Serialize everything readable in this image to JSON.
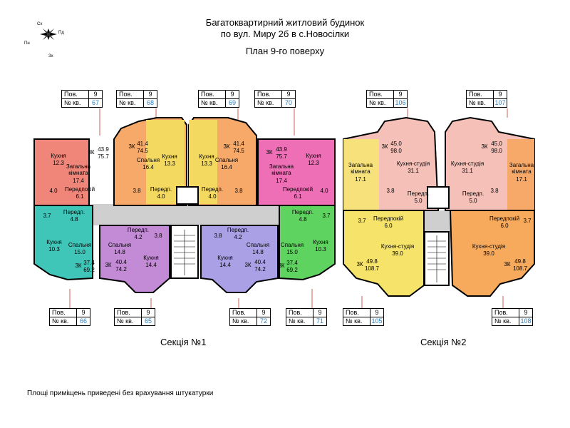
{
  "header": {
    "line1": "Багатоквартирний житловий будинок",
    "line2": "по вул. Миру 2б в с.Новосілки",
    "line3": "План 9-го поверху"
  },
  "compass": {
    "n": "Сх",
    "e": "Пд",
    "w": "Пн",
    "s": "Зх"
  },
  "labels": {
    "floor": "Пов.",
    "apt": "№ кв."
  },
  "apartments_top": [
    {
      "floor": "9",
      "no": "67"
    },
    {
      "floor": "9",
      "no": "68"
    },
    {
      "floor": "9",
      "no": "69"
    },
    {
      "floor": "9",
      "no": "70"
    },
    {
      "floor": "9",
      "no": "106"
    },
    {
      "floor": "9",
      "no": "107"
    }
  ],
  "apartments_bottom": [
    {
      "floor": "9",
      "no": "66"
    },
    {
      "floor": "9",
      "no": "65"
    },
    {
      "floor": "9",
      "no": "72"
    },
    {
      "floor": "9",
      "no": "71"
    },
    {
      "floor": "9",
      "no": "105"
    },
    {
      "floor": "9",
      "no": "108"
    }
  ],
  "sections": {
    "s1": "Секція №1",
    "s2": "Секція №2"
  },
  "footnote": "Площі приміщень приведені без врахування штукатурки",
  "rooms": {
    "kitchen": "Кухня",
    "living1": "Загальна",
    "living2": "кімната",
    "hall": "Передпокій",
    "hall_short": "Передп.",
    "bedroom": "Спальня",
    "studio": "Кухня-студія",
    "k3": "3К"
  },
  "values": {
    "a67": {
      "kitchen": "12.3",
      "liv": "17.4",
      "wc": "4.0",
      "hall": "6.1",
      "total1": "43.9",
      "total2": "75.7"
    },
    "a68": {
      "total1": "41.4",
      "total2": "74.5",
      "bed": "16.4",
      "kitchen": "13.3",
      "wc": "3.8",
      "hall": "4.0"
    },
    "a69": {
      "total1": "41.4",
      "total2": "74.5",
      "bed": "16.4",
      "kitchen": "13.3",
      "wc": "3.8",
      "hall": "4.0"
    },
    "a70": {
      "kitchen": "12.3",
      "liv": "17.4",
      "wc": "4.0",
      "hall": "6.1",
      "total1": "43.9",
      "total2": "75.7"
    },
    "a66": {
      "wc": "3.7",
      "hall": "4.8",
      "kitchen": "10.3",
      "bed": "15.0",
      "total1": "37.4",
      "total2": "69.2"
    },
    "a65": {
      "hall": "4.2",
      "wc": "3.8",
      "bed": "14.8",
      "kitchen": "14.4",
      "total1": "40.4",
      "total2": "74.2"
    },
    "a72": {
      "wc": "3.8",
      "hall": "4.2",
      "bed": "14.8",
      "kitchen": "14.4",
      "total1": "40.4",
      "total2": "74.2"
    },
    "a71": {
      "hall": "4.8",
      "wc": "3.7",
      "bed": "15.0",
      "kitchen": "10.3",
      "total1": "37.4",
      "total2": "69.2"
    },
    "a106": {
      "liv": "17.1",
      "total1": "45.0",
      "total2": "98.0",
      "studio": "31.1",
      "wc": "3.8",
      "hall": "5.0"
    },
    "a107": {
      "liv": "17.1",
      "total1": "45.0",
      "total2": "98.0",
      "studio": "31.1",
      "wc": "3.8",
      "hall": "5.0"
    },
    "a105": {
      "wc": "3.7",
      "hall": "6.0",
      "studio": "39.0",
      "total1": "49.8",
      "total2": "108.7"
    },
    "a108": {
      "wc": "3.7",
      "hall": "6.0",
      "studio": "39.0",
      "total1": "49.8",
      "total2": "108.7"
    }
  }
}
